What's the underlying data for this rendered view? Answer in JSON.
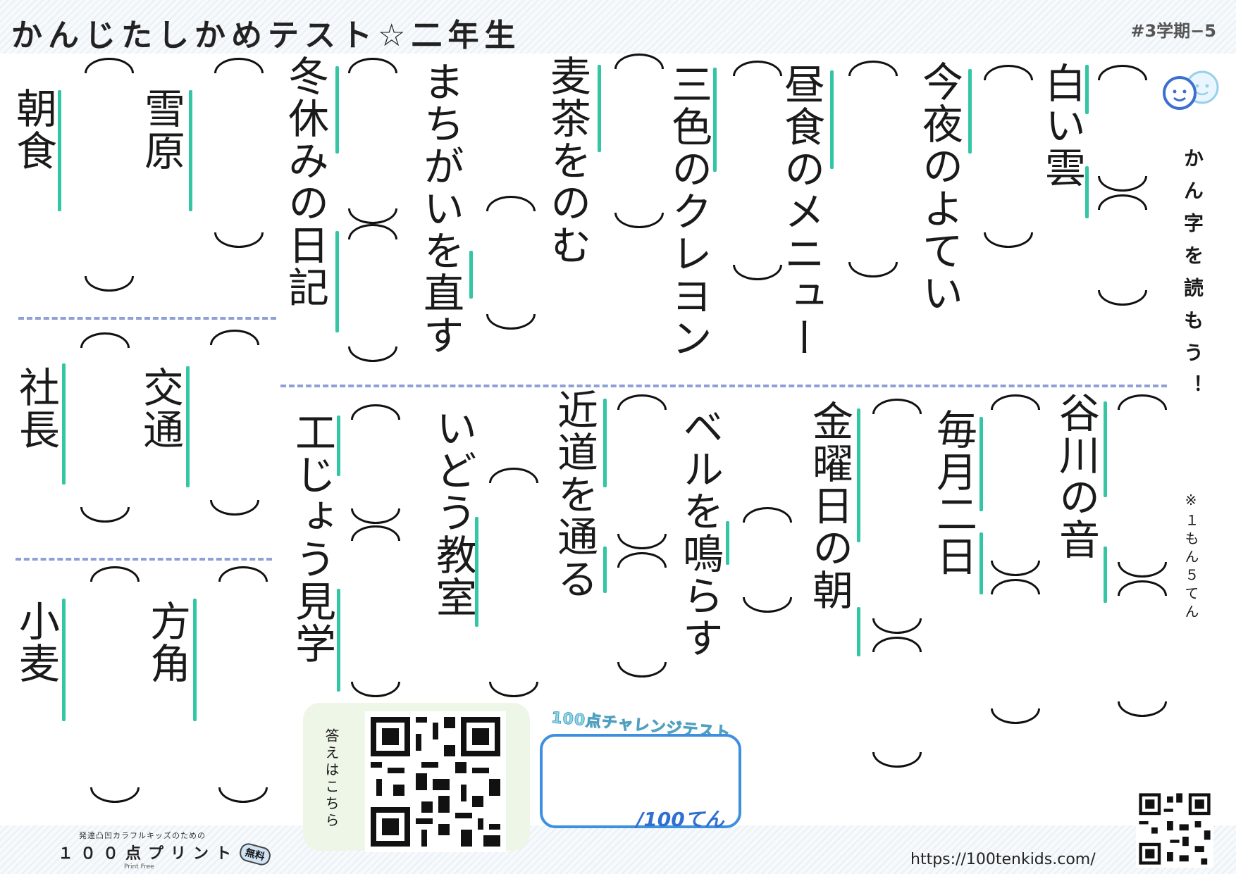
{
  "header": {
    "title": "かんじたしかめテスト☆二年生",
    "term_id": "#3学期−5"
  },
  "instruction": {
    "main": "かん字を読もう！",
    "note": "※１もん５てん"
  },
  "questions": {
    "q1": "白い雲",
    "q2": "今夜のよてい",
    "q3": "昼食のメニュー",
    "q4": "三色のクレヨン",
    "q5": "麦茶をのむ",
    "q6": "まちがいを直す",
    "q7": "冬休みの日記",
    "q8": "雪原",
    "q9": "朝食",
    "q10": "谷川の音",
    "q11": "毎月二日",
    "q12": "金曜日の朝",
    "q13": "ベルを鳴らす",
    "q14": "近道を通る",
    "q15": "いどう教室",
    "q16": "工じょう見学",
    "q17": "交通",
    "q18": "社長",
    "q19": "方角",
    "q20": "小麦"
  },
  "footer": {
    "answer_label": "答えはこちら",
    "challenge_label": "100点チャレンジテスト",
    "score_text": "/100てん",
    "brand_sub": "発達凸凹カラフルキッズのための",
    "brand_name": "１００点プリント",
    "brand_badge": "無料",
    "brand_foot": "Print Free",
    "url": "https://100tenkids.com/"
  },
  "colors": {
    "underline": "#33c6a4",
    "divider": "#8fa0d8",
    "score_border": "#3d8fe0"
  },
  "icons": [
    "kids-faces-icon",
    "qr-code-icon"
  ]
}
